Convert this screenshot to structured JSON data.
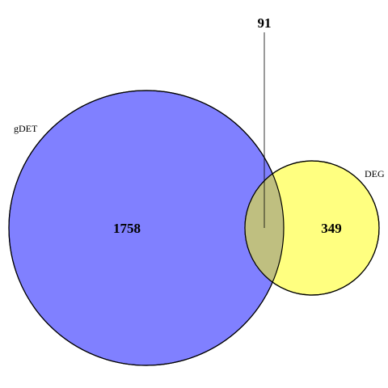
{
  "sets": [
    {
      "name": "gDET",
      "only_count": "1758",
      "color": "#8080ff"
    },
    {
      "name": "DEG",
      "only_count": "349",
      "color": "#ffff80"
    }
  ],
  "intersection": {
    "count": "91",
    "color": "#bfbf80"
  },
  "stroke_color": "#000000"
}
